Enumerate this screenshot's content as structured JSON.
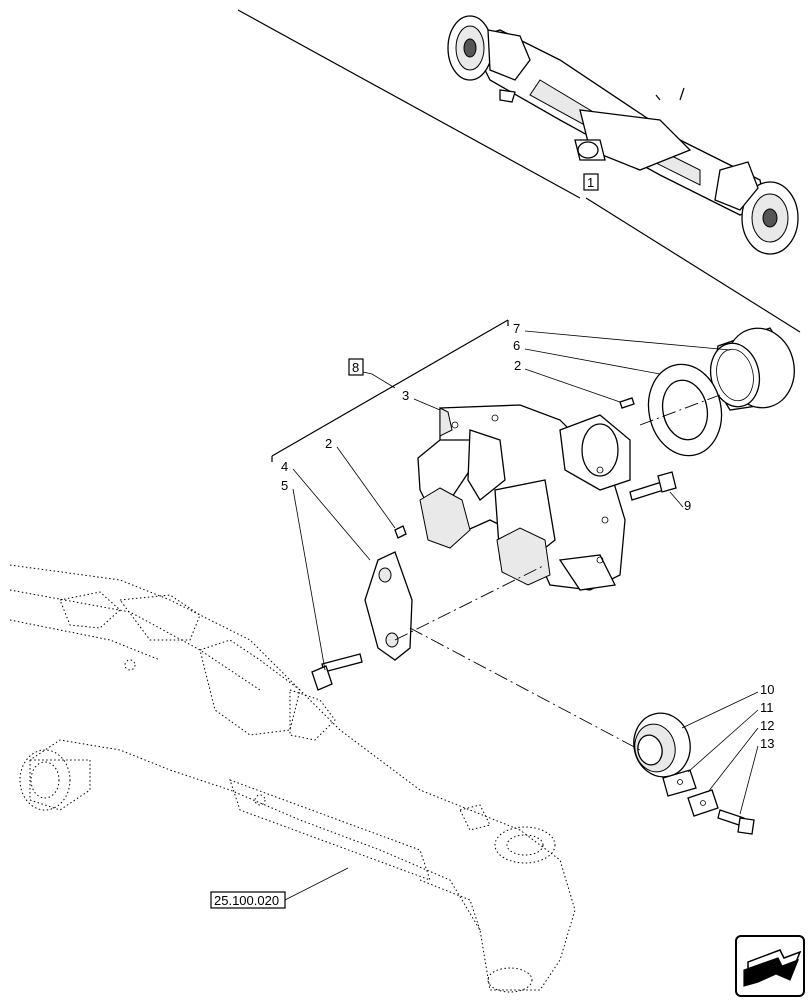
{
  "callouts": [
    {
      "id": "1",
      "label": "1",
      "boxed": true
    },
    {
      "id": "8",
      "label": "8",
      "boxed": true
    },
    {
      "id": "7",
      "label": "7"
    },
    {
      "id": "6",
      "label": "6"
    },
    {
      "id": "2a",
      "label": "2"
    },
    {
      "id": "3",
      "label": "3"
    },
    {
      "id": "2b",
      "label": "2"
    },
    {
      "id": "4",
      "label": "4"
    },
    {
      "id": "5",
      "label": "5"
    },
    {
      "id": "9",
      "label": "9"
    },
    {
      "id": "10",
      "label": "10"
    },
    {
      "id": "11",
      "label": "11"
    },
    {
      "id": "12",
      "label": "12"
    },
    {
      "id": "13",
      "label": "13"
    }
  ],
  "reference": {
    "label": "25.100.020"
  },
  "nav_icon": "page-arrow-icon"
}
